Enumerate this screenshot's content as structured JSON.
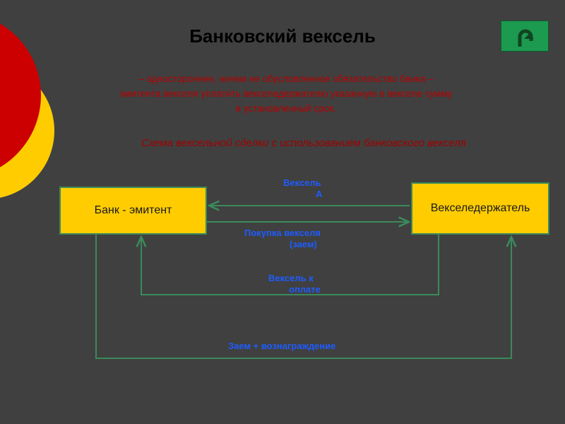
{
  "slide": {
    "title": "Банковский вексель",
    "definition": [
      "– одностороннее, ничем не обусловленное обязательство банка –",
      "эмитента векселя уплатить векселедержателю указанную в векселе сумму",
      "в установленный срок."
    ],
    "scheme_title": "Схема вексельной сделки с использованием банковского векселя",
    "back_button_icon": "u-turn-arrow-icon"
  },
  "diagram": {
    "nodes": {
      "bank": "Банк - эмитент",
      "holder": "Векселедержатель"
    },
    "edges": {
      "veksel_a": [
        "Вексель",
        "А"
      ],
      "pokupka": [
        "Покупка векселя",
        "(заем)"
      ],
      "oplata": [
        "Вексель к",
        "оплате"
      ],
      "zaem": "Заем + вознаграждение"
    }
  },
  "colors": {
    "background": "#404040",
    "box_fill": "#ffcc00",
    "arrow": "#3a8a5a",
    "label_blue": "#1e5cff",
    "definition_red": "#b70000",
    "deco_red": "#cc0000",
    "deco_yellow": "#ffcc00",
    "button_green": "#1c9a50"
  }
}
